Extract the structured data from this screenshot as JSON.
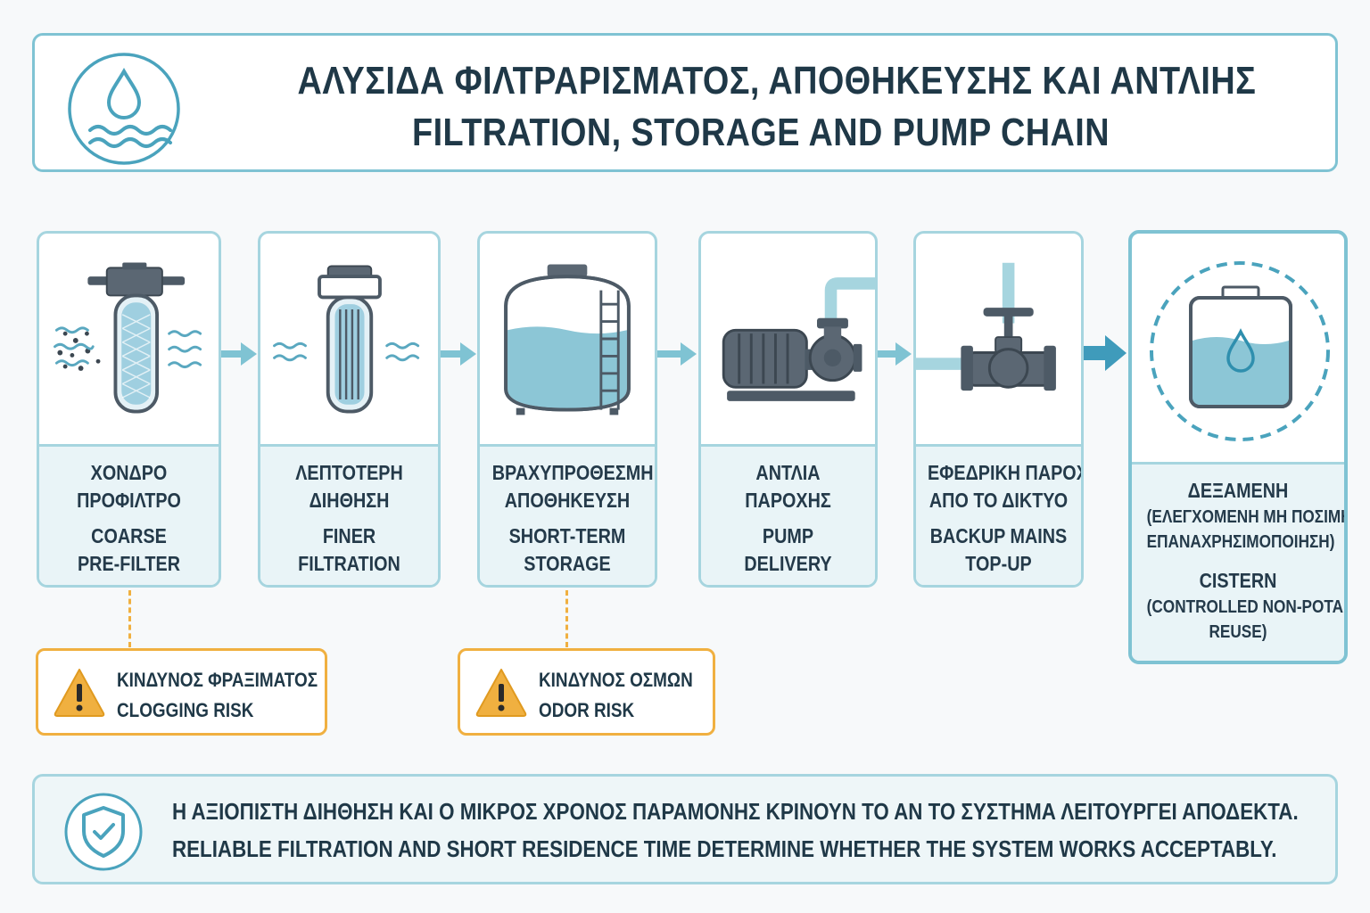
{
  "header": {
    "title_el": "ΑΛΥΣΙΔΑ ΦΙΛΤΡΑΡΙΣΜΑΤΟΣ, ΑΠΟΘΗΚΕΥΣΗΣ ΚΑΙ ΑΝΤΛΙΗΣ",
    "title_en": "FILTRATION, STORAGE AND PUMP CHAIN",
    "logo_icon": "water-drop-waves-icon"
  },
  "steps": [
    {
      "el": [
        "ΧΟΝΔΡΟ",
        "ΠΡΟΦΙΛΤΡΟ"
      ],
      "en": [
        "COARSE",
        "PRE-FILTER"
      ],
      "icon": "coarse-prefilter-icon"
    },
    {
      "el": [
        "ΛΕΠΤΟΤΕΡΗ",
        "ΔΙΗΘΗΣΗ"
      ],
      "en": [
        "FINER",
        "FILTRATION"
      ],
      "icon": "fine-filter-icon"
    },
    {
      "el": [
        "ΒΡΑΧΥΠΡΟΘΕΣΜΗ",
        "ΑΠΟΘΗΚΕΥΣΗ"
      ],
      "en": [
        "SHORT-TERM",
        "STORAGE"
      ],
      "icon": "storage-tank-icon"
    },
    {
      "el": [
        "ΑΝΤΛΙΑ",
        "ΠΑΡΟΧΗΣ"
      ],
      "en": [
        "PUMP",
        "DELIVERY"
      ],
      "icon": "pump-icon"
    },
    {
      "el": [
        "ΕΦΕΔΡΙΚΗ ΠΑΡΟΧΗ",
        "ΑΠΟ ΤΟ ΔΙΚΤΥΟ"
      ],
      "en": [
        "BACKUP MAINS",
        "TOP-UP"
      ],
      "icon": "valve-icon"
    }
  ],
  "cistern": {
    "el": "ΔΕΞΑΜΕΝΗ",
    "el_sub": [
      "(ΕΛΕΓΧΟΜΕΝΗ ΜΗ ΠΟΣΙΜΗ",
      "ΕΠΑΝΑΧΡΗΣΙΜΟΠΟΙΗΣΗ)"
    ],
    "en": "CISTERN",
    "en_sub": [
      "(CONTROLLED NON-POTABLE",
      "REUSE)"
    ],
    "icon": "cistern-tank-icon"
  },
  "risks": [
    {
      "el": "ΚΙΝΔΥΝΟΣ ΦΡΑΞΙΜΑΤΟΣ",
      "en": "CLOGGING RISK",
      "icon": "warning-icon"
    },
    {
      "el": "ΚΙΝΔΥΝΟΣ ΟΣΜΩΝ",
      "en": "ODOR RISK",
      "icon": "warning-icon"
    }
  ],
  "footer": {
    "el": "Η ΑΞΙΟΠΙΣΤΗ ΔΙΗΘΗΣΗ ΚΑΙ Ο ΜΙΚΡΟΣ ΧΡΟΝΟΣ ΠΑΡΑΜΟΝΗΣ ΚΡΙΝΟΥΝ ΤΟ ΑΝ ΤΟ ΣΥΣΤΗΜΑ ΛΕΙΤΟΥΡΓΕΙ ΑΠΟΔΕΚΤΑ.",
    "en": "RELIABLE FILTRATION AND SHORT RESIDENCE TIME DETERMINE WHETHER THE SYSTEM WORKS ACCEPTABLY.",
    "icon": "shield-check-icon"
  },
  "colors": {
    "accent": "#7fc3d3",
    "water": "#8cc6d6",
    "machine": "#4d5a66",
    "warning": "#f0b040"
  }
}
